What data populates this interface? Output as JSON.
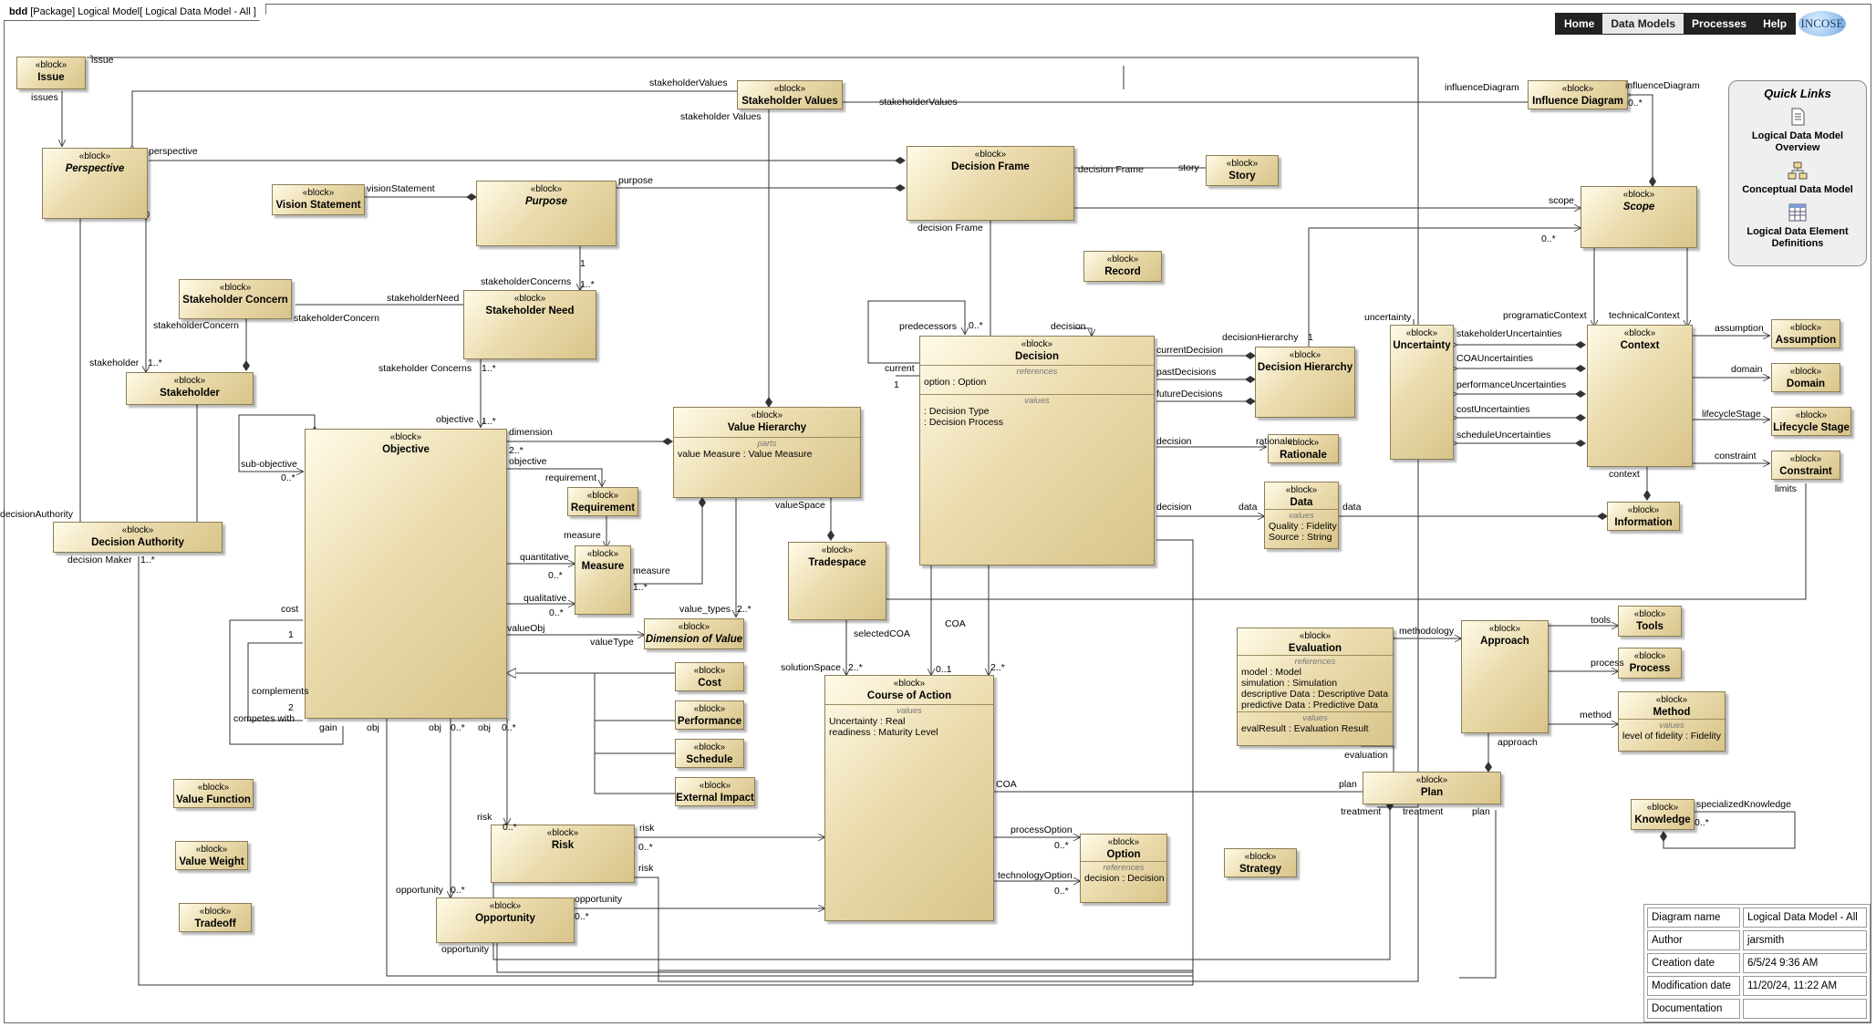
{
  "header": {
    "frame_kind": "bdd",
    "frame_title": "[Package] Logical Model[ Logical Data Model - All ]"
  },
  "nav": {
    "items": [
      "Home",
      "Data Models",
      "Processes",
      "Help"
    ],
    "active": "Data Models",
    "logo": "INCOSE"
  },
  "quick_links": {
    "title": "Quick Links",
    "items": [
      {
        "label": "Logical Data Model Overview",
        "icon": "document-icon"
      },
      {
        "label": "Conceptual Data Model",
        "icon": "diagram-icon"
      },
      {
        "label": "Logical Data Element Definitions",
        "icon": "table-icon"
      }
    ]
  },
  "stereotype": "«block»",
  "blocks": {
    "issue": {
      "name": "Issue"
    },
    "perspective": {
      "name": "Perspective"
    },
    "vision_statement": {
      "name": "Vision Statement"
    },
    "purpose": {
      "name": "Purpose"
    },
    "stakeholder_values": {
      "name": "Stakeholder Values"
    },
    "decision_frame": {
      "name": "Decision Frame"
    },
    "story": {
      "name": "Story"
    },
    "influence_diagram": {
      "name": "Influence Diagram"
    },
    "scope": {
      "name": "Scope"
    },
    "stakeholder_concern": {
      "name": "Stakeholder Concern"
    },
    "stakeholder_need": {
      "name": "Stakeholder Need"
    },
    "stakeholder": {
      "name": "Stakeholder"
    },
    "record": {
      "name": "Record"
    },
    "objective": {
      "name": "Objective"
    },
    "value_hierarchy": {
      "name": "Value Hierarchy",
      "compartment": "parts",
      "lines": [
        "value Measure : Value Measure"
      ]
    },
    "decision": {
      "name": "Decision",
      "ref_compartment": "references",
      "ref_lines": [
        "option : Option"
      ],
      "val_compartment": "values",
      "val_lines": [
        ": Decision Type",
        ": Decision Process"
      ]
    },
    "decision_hierarchy": {
      "name": "Decision Hierarchy"
    },
    "uncertainty": {
      "name": "Uncertainty"
    },
    "context": {
      "name": "Context"
    },
    "assumption": {
      "name": "Assumption"
    },
    "domain": {
      "name": "Domain"
    },
    "lifecycle_stage": {
      "name": "Lifecycle Stage"
    },
    "constraint": {
      "name": "Constraint"
    },
    "decision_authority": {
      "name": "Decision Authority"
    },
    "requirement": {
      "name": "Requirement"
    },
    "measure": {
      "name": "Measure"
    },
    "tradespace": {
      "name": "Tradespace"
    },
    "rationale": {
      "name": "Rationale"
    },
    "data": {
      "name": "Data",
      "compartment": "values",
      "lines": [
        "Quality : Fidelity",
        "Source : String"
      ]
    },
    "information": {
      "name": "Information"
    },
    "dimension_of_value": {
      "name": "Dimension of Value"
    },
    "evaluation": {
      "name": "Evaluation",
      "ref_compartment": "references",
      "ref_lines": [
        "model : Model",
        "simulation : Simulation",
        "descriptive Data : Descriptive Data",
        "predictive Data : Predictive Data"
      ],
      "val_compartment": "values",
      "val_lines": [
        "evalResult : Evaluation Result"
      ]
    },
    "approach": {
      "name": "Approach"
    },
    "tools": {
      "name": "Tools"
    },
    "process": {
      "name": "Process"
    },
    "method": {
      "name": "Method",
      "compartment": "values",
      "lines": [
        "level of fidelity : Fidelity"
      ]
    },
    "cost": {
      "name": "Cost"
    },
    "performance": {
      "name": "Performance"
    },
    "schedule": {
      "name": "Schedule"
    },
    "external_impact": {
      "name": "External Impact"
    },
    "course_of_action": {
      "name": "Course of Action",
      "compartment": "values",
      "lines": [
        "Uncertainty : Real",
        "readiness : Maturity Level"
      ]
    },
    "value_function": {
      "name": "Value Function"
    },
    "value_weight": {
      "name": "Value Weight"
    },
    "tradeoff": {
      "name": "Tradeoff"
    },
    "risk": {
      "name": "Risk"
    },
    "opportunity": {
      "name": "Opportunity"
    },
    "option": {
      "name": "Option",
      "ref_compartment": "references",
      "ref_lines": [
        "decision : Decision"
      ]
    },
    "plan": {
      "name": "Plan"
    },
    "strategy": {
      "name": "Strategy"
    },
    "knowledge": {
      "name": "Knowledge"
    }
  },
  "labels": [
    "issue",
    "issues",
    "stakeholderValues",
    "stakeholder Values",
    "stakeholderValues",
    "influenceDiagram",
    "influenceDiagram",
    "0..*",
    "perspective",
    "visionStatement",
    "purpose",
    "decision Frame",
    "story",
    "scope",
    "0..*",
    "decision Frame",
    "1",
    "1..*",
    "stakeholderConcerns",
    "stakeholderNeed",
    "stakeholderConcern",
    "stakeholderConcern",
    "stakeholder",
    "1..*",
    "stakeholder Concerns",
    "1..*",
    "objective",
    "1..*",
    "predecessors",
    "0..*",
    "decision",
    "current",
    "1",
    "decisionHierarchy",
    "1",
    "uncertainty",
    "programaticContext",
    "technicalContext",
    "assumption",
    "currentDecision",
    "stakeholderUncertainties",
    "COAUncertainties",
    "domain",
    "pastDecisions",
    "futureDecisions",
    "performanceUncertainties",
    "costUncertainties",
    "lifecycleStage",
    "scheduleUncertainties",
    "constraint",
    "sub-objective",
    "0..*",
    "dimension",
    "2..*",
    "objective",
    "decision",
    "rationale",
    "context",
    "decisionAuthority",
    "decision Maker",
    "1..*",
    "requirement",
    "measure",
    "valueSpace",
    "decision",
    "data",
    "data",
    "limits",
    "quantitative",
    "0..*",
    "measure",
    "1..*",
    "qualitative",
    "0..*",
    "value_types",
    "2..*",
    "valueObj",
    "valueType",
    "cost",
    "1",
    "COA",
    "selectedCOA",
    "methodology",
    "tools",
    "process",
    "complements",
    "2",
    "competes with",
    "solutionSpace",
    "2..*",
    "0..1",
    "2..*",
    "method",
    "gain",
    "obj",
    "obj",
    "0..*",
    "obj",
    "0..*",
    "approach",
    "evaluation",
    "COA",
    "plan",
    "treatment",
    "treatment",
    "plan",
    "specializedKnowledge",
    "0..*",
    "risk",
    "0..*",
    "risk",
    "0..*",
    "processOption",
    "0..*",
    "risk",
    "technologyOption",
    "0..*",
    "opportunity",
    "0..*",
    "opportunity",
    "0..*",
    "opportunity"
  ],
  "info_table": [
    {
      "key": "Diagram name",
      "value": "Logical Data Model - All"
    },
    {
      "key": "Author",
      "value": "jarsmith"
    },
    {
      "key": "Creation date",
      "value": "6/5/24 9:36 AM"
    },
    {
      "key": "Modification date",
      "value": "11/20/24, 11:22 AM"
    },
    {
      "key": "Documentation",
      "value": ""
    }
  ],
  "colors": {
    "block_fill": "#e6d6a2",
    "block_border": "#8b7d55",
    "line": "#333333",
    "nav_bg": "#222222"
  }
}
